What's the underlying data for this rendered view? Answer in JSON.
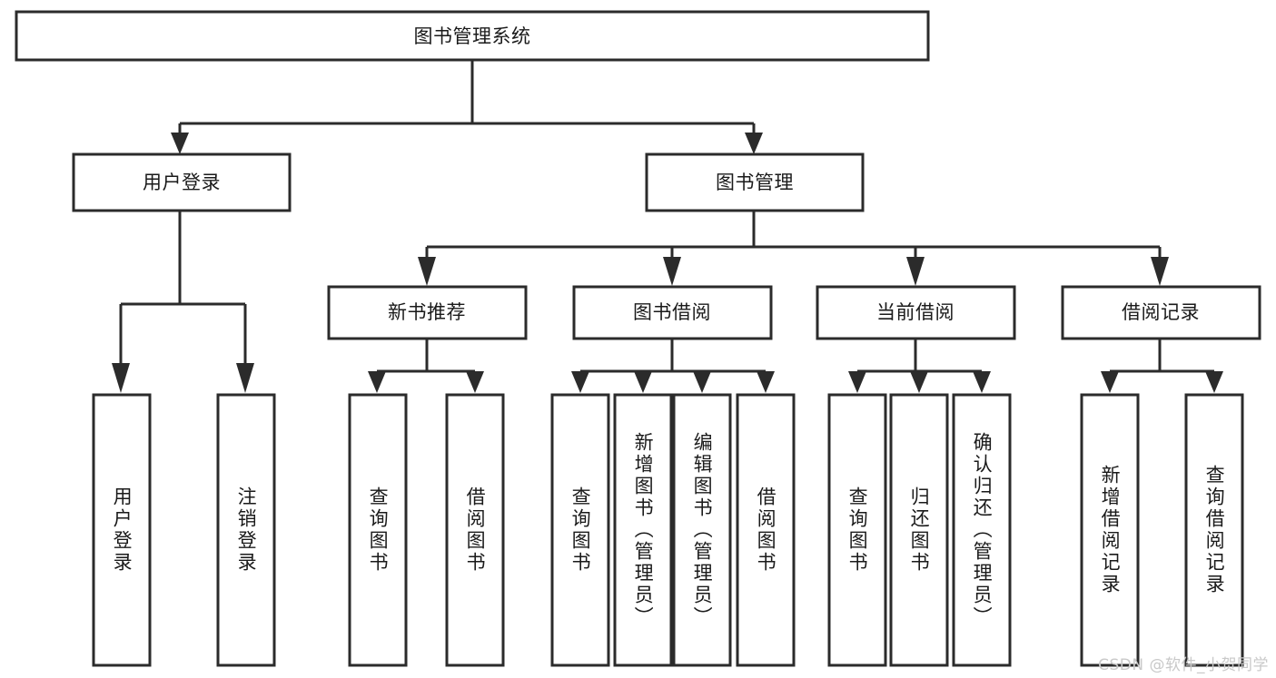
{
  "diagram": {
    "type": "tree",
    "orientation": "top-down",
    "title": "图书管理系统",
    "colors": {
      "box_stroke": "#2b2b2b",
      "box_fill": "#ffffff",
      "connector": "#2b2b2b",
      "text": "#1a1a1a",
      "background": "#ffffff",
      "watermark": "#c9c9c9"
    },
    "root": {
      "label": "图书管理系统",
      "level": 0
    },
    "level1": [
      {
        "label": "用户登录"
      },
      {
        "label": "图书管理"
      }
    ],
    "level2": [
      {
        "label": "新书推荐"
      },
      {
        "label": "图书借阅"
      },
      {
        "label": "当前借阅"
      },
      {
        "label": "借阅记录"
      }
    ],
    "leaves": {
      "user_login": [
        {
          "label": "用户登录"
        },
        {
          "label": "注销登录"
        }
      ],
      "new_book_recommend": [
        {
          "label": "查询图书"
        },
        {
          "label": "借阅图书"
        }
      ],
      "book_borrow": [
        {
          "label": "查询图书"
        },
        {
          "label": "新增图书（管理员）"
        },
        {
          "label": "编辑图书（管理员）"
        },
        {
          "label": "借阅图书"
        }
      ],
      "current_borrow": [
        {
          "label": "查询图书"
        },
        {
          "label": "归还图书"
        },
        {
          "label": "确认归还（管理员）"
        }
      ],
      "borrow_record": [
        {
          "label": "新增借阅记录"
        },
        {
          "label": "查询借阅记录"
        }
      ]
    }
  },
  "watermark": {
    "text": "CSDN @软件_小贺同学"
  }
}
